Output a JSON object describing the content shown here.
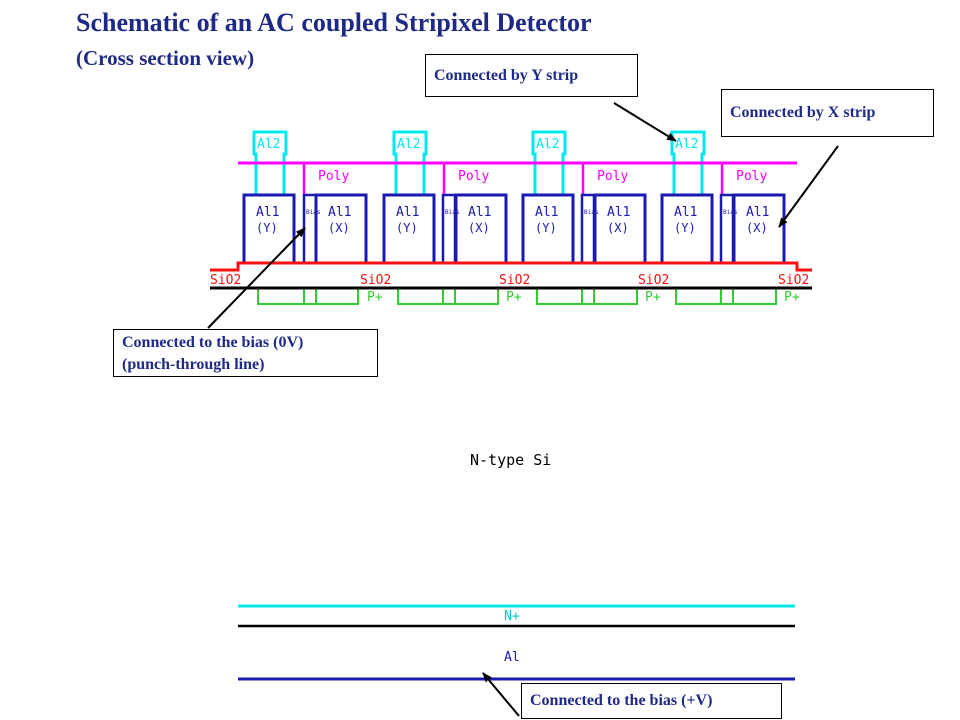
{
  "title": "Schematic of an AC coupled Stripixel Detector",
  "subtitle": "(Cross section view)",
  "callouts": {
    "y_strip": "Connected by Y strip",
    "x_strip": "Connected by X strip",
    "bias_0v_line1": "Connected to the bias (0V)",
    "bias_0v_line2": "(punch-through line)",
    "bias_plus_v": "Connected to the bias (+V)"
  },
  "labels": {
    "al2": "Al2",
    "poly": "Poly",
    "al1": "Al1",
    "y": "(Y)",
    "x": "(X)",
    "sio2": "SiO2",
    "p_plus": "P+",
    "bias": "Bias",
    "n_type": "N-type Si",
    "n_plus": "N+",
    "al": "Al"
  },
  "al1_cells": [
    "(Y)",
    "(X)",
    "(Y)",
    "(X)",
    "(Y)",
    "(X)",
    "(Y)",
    "(X)"
  ],
  "colors": {
    "title": "#1f2a86",
    "al2": "#00e8ee",
    "poly": "#ff00ff",
    "al1": "#1a1ab0",
    "oxide": "#ff1010",
    "implant": "#33cc33",
    "substrate_line": "#000000",
    "n_plus": "#00e8ee",
    "al_back": "#1a1ab0"
  }
}
